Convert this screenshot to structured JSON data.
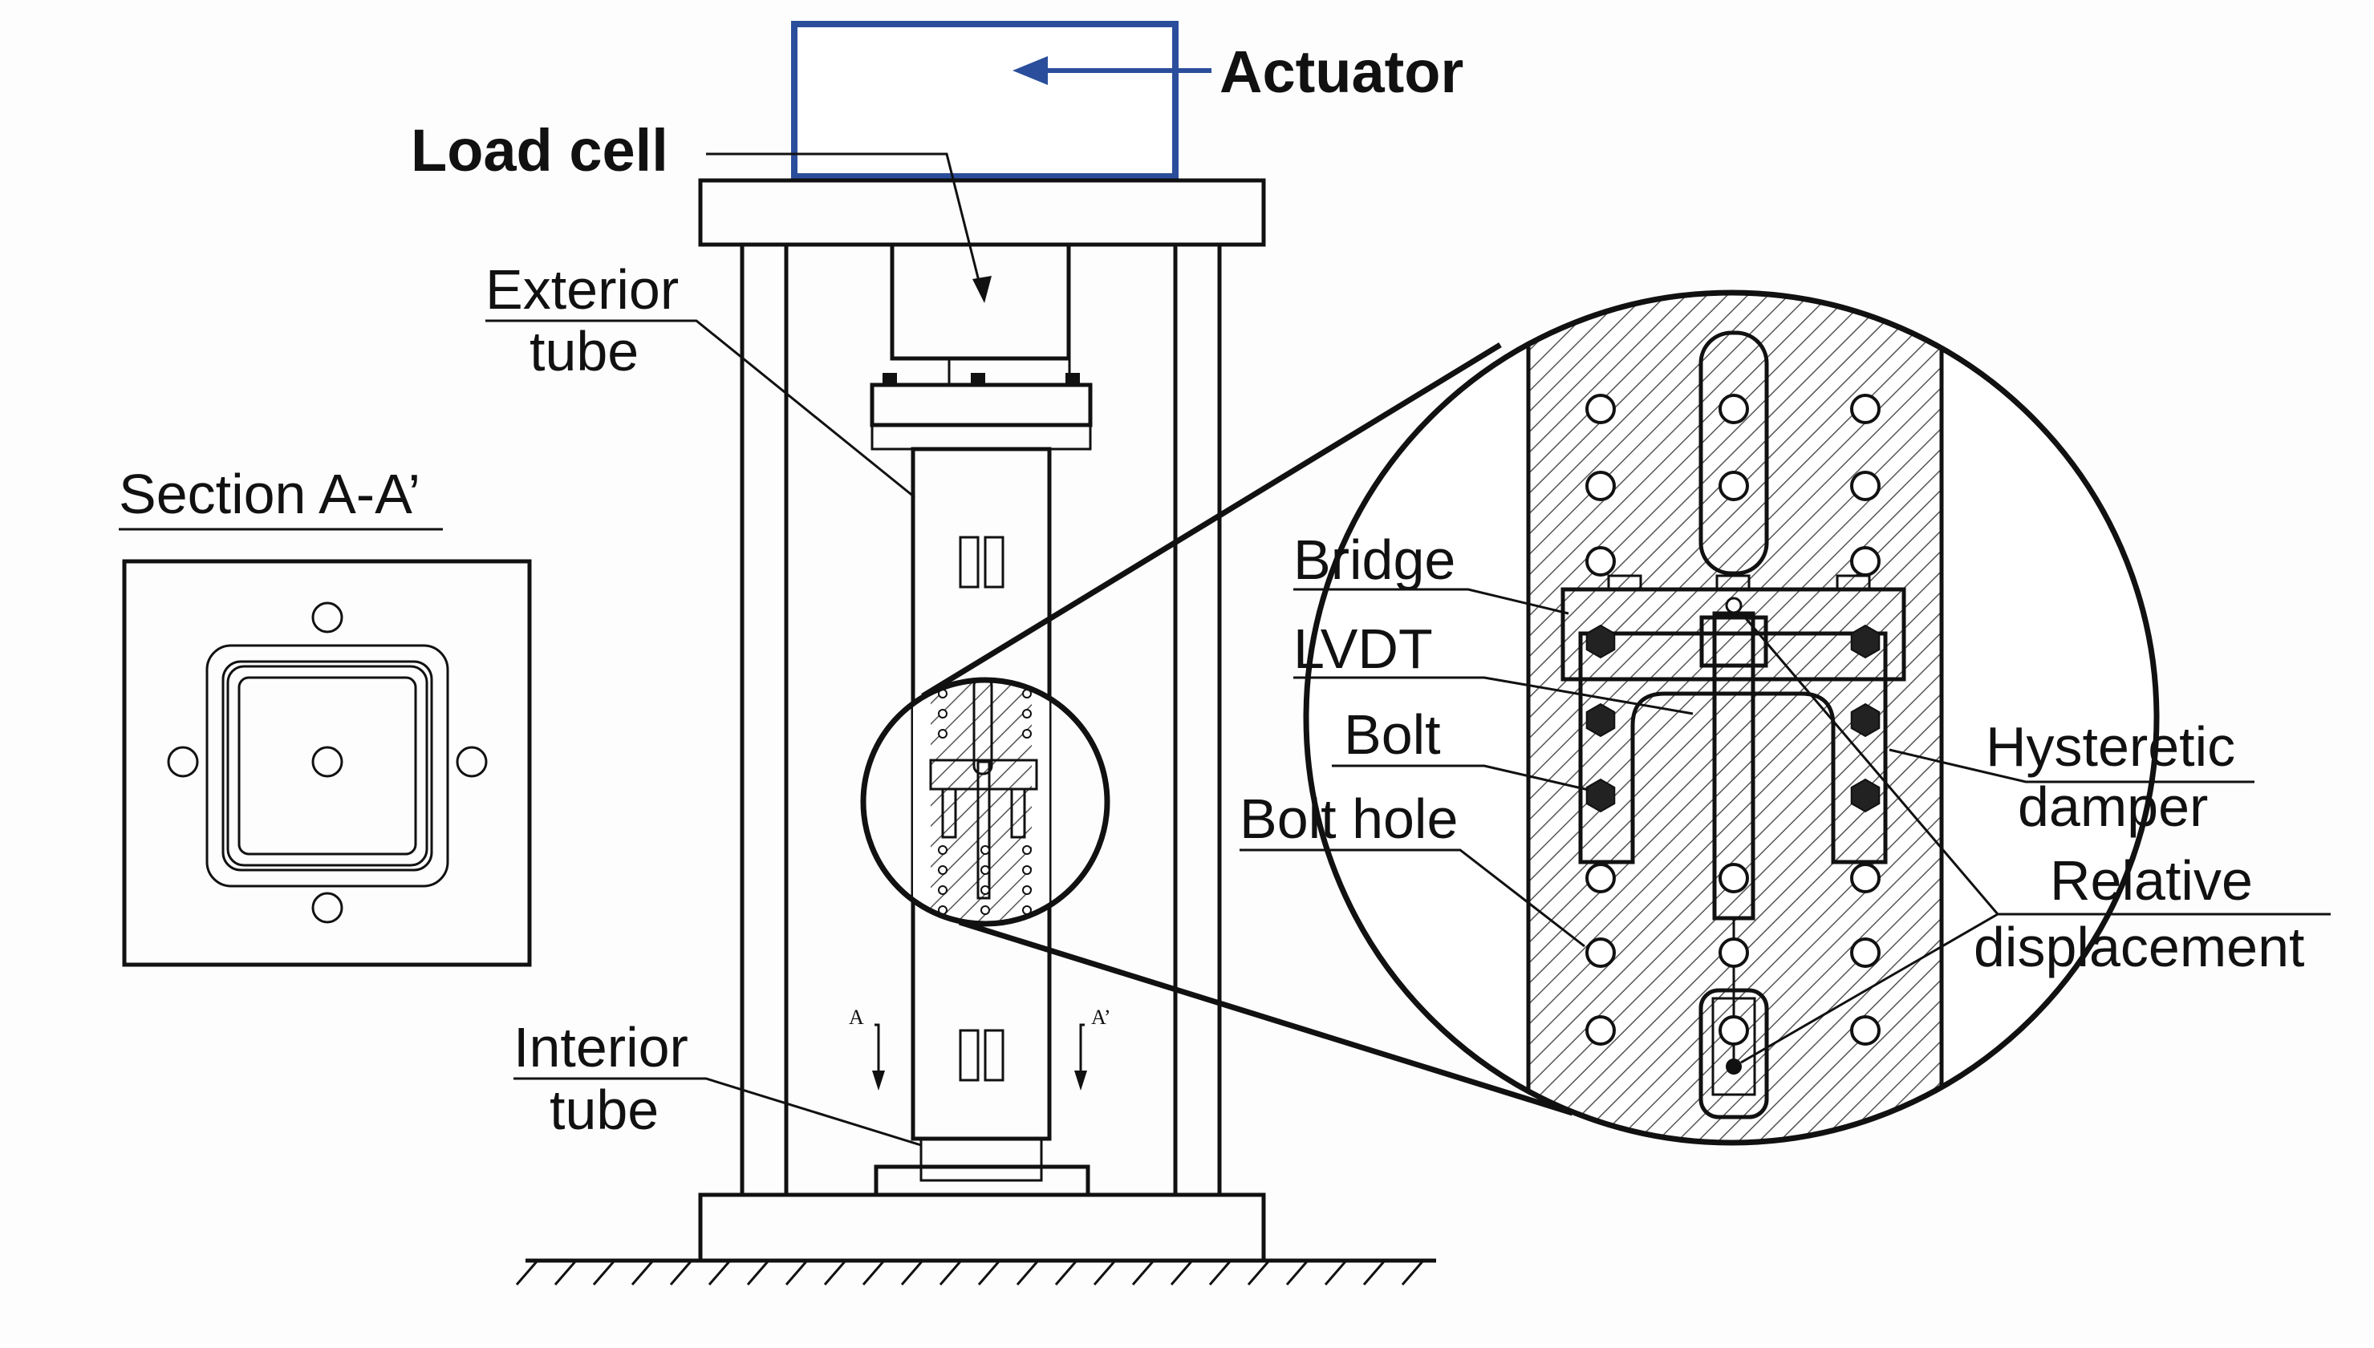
{
  "colors": {
    "line": "#111111",
    "accent": "#2a4e9b",
    "hatch": "#555555",
    "paper": "#fdfdfd"
  },
  "labels": {
    "actuator": "Actuator",
    "load_cell": "Load cell",
    "exterior_tube_1": "Exterior",
    "exterior_tube_2": "tube",
    "interior_tube_1": "Interior",
    "interior_tube_2": "tube",
    "section": "Section A-A’",
    "bridge": "Bridge",
    "lvdt": "LVDT",
    "bolt": "Bolt",
    "bolt_hole": "Bolt hole",
    "damper_1": "Hysteretic",
    "damper_2": "damper",
    "relative_1": "Relative",
    "relative_2": "displacement",
    "section_mark_a": "A",
    "section_mark_a2": "A’"
  }
}
